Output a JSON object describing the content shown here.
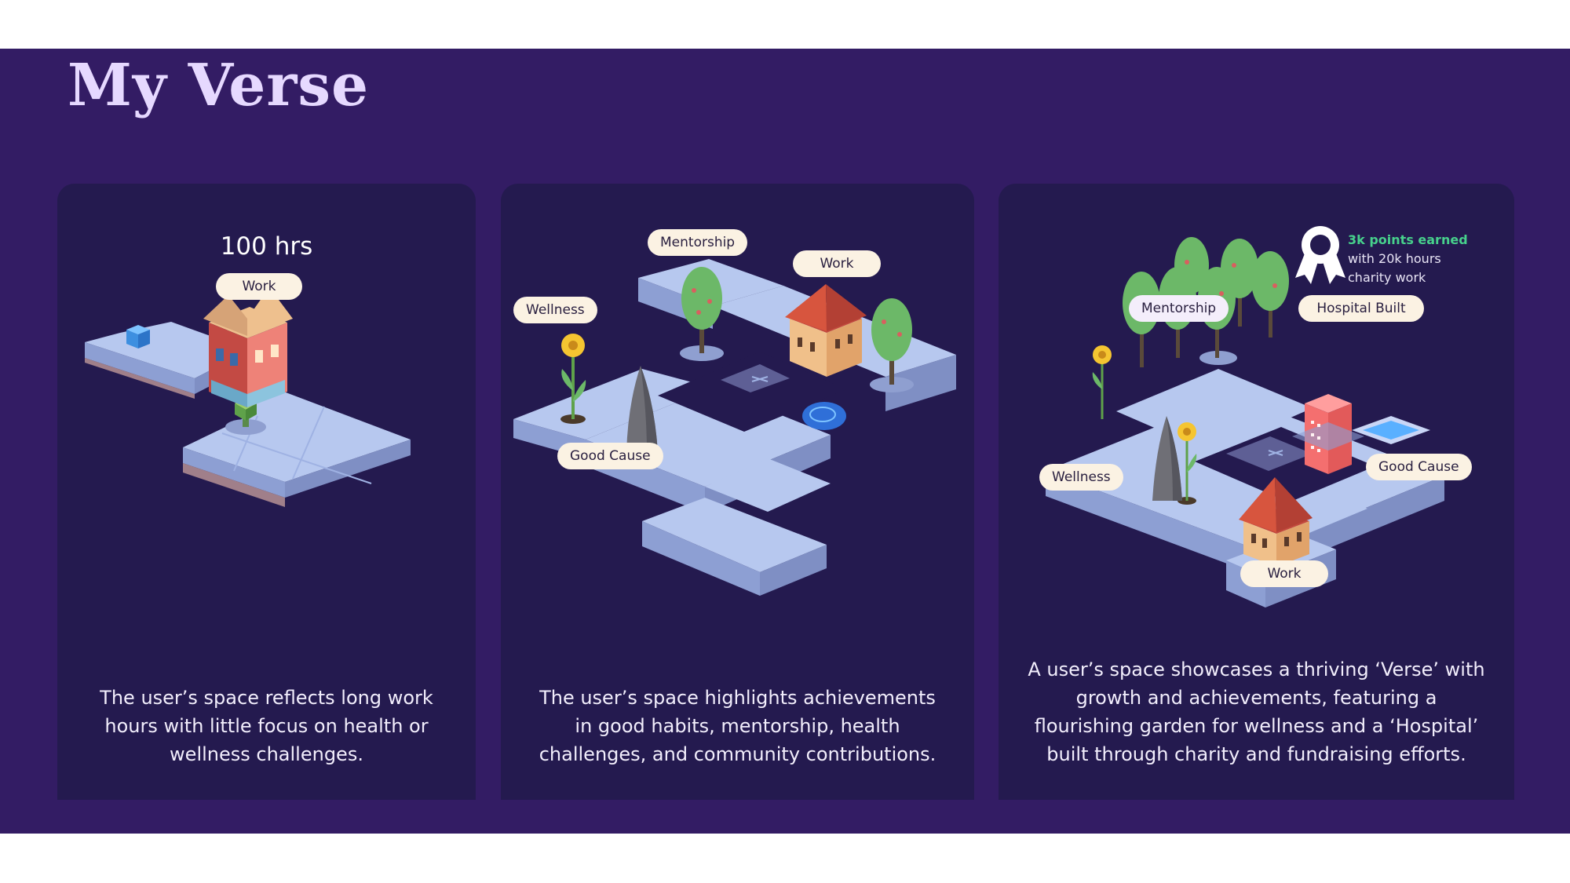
{
  "page": {
    "title": "My Verse"
  },
  "colors": {
    "band": "#331c64",
    "card": "#241a4f",
    "title": "#e6d9ff",
    "tile_top": "#b7c8ef",
    "tile_side": "#8d9fd3",
    "pill": "#fbf2e3",
    "award_green": "#47d18c"
  },
  "cards": [
    {
      "hours": "100 hrs",
      "labels": {
        "work": "Work"
      },
      "description": "The user’s space reflects long work hours with little focus on health or wellness challenges."
    },
    {
      "labels": {
        "mentorship": "Mentorship",
        "work": "Work",
        "wellness": "Wellness",
        "good_cause": "Good Cause"
      },
      "description": "The user’s space highlights achievements in good habits, mentorship, health challenges, and community contributions."
    },
    {
      "award": {
        "icon": "award-ribbon-icon",
        "line1": "3k points earned",
        "line2": "with 20k hours",
        "line3": "charity work"
      },
      "labels": {
        "mentorship": "Mentorship",
        "hospital": "Hospital Built",
        "wellness": "Wellness",
        "good_cause": "Good Cause",
        "work": "Work"
      },
      "description": "A user’s space showcases a thriving ‘Verse’ with growth and achievements, featuring a flourishing garden for wellness and a ‘Hospital’ built through charity and fundraising efforts."
    }
  ]
}
